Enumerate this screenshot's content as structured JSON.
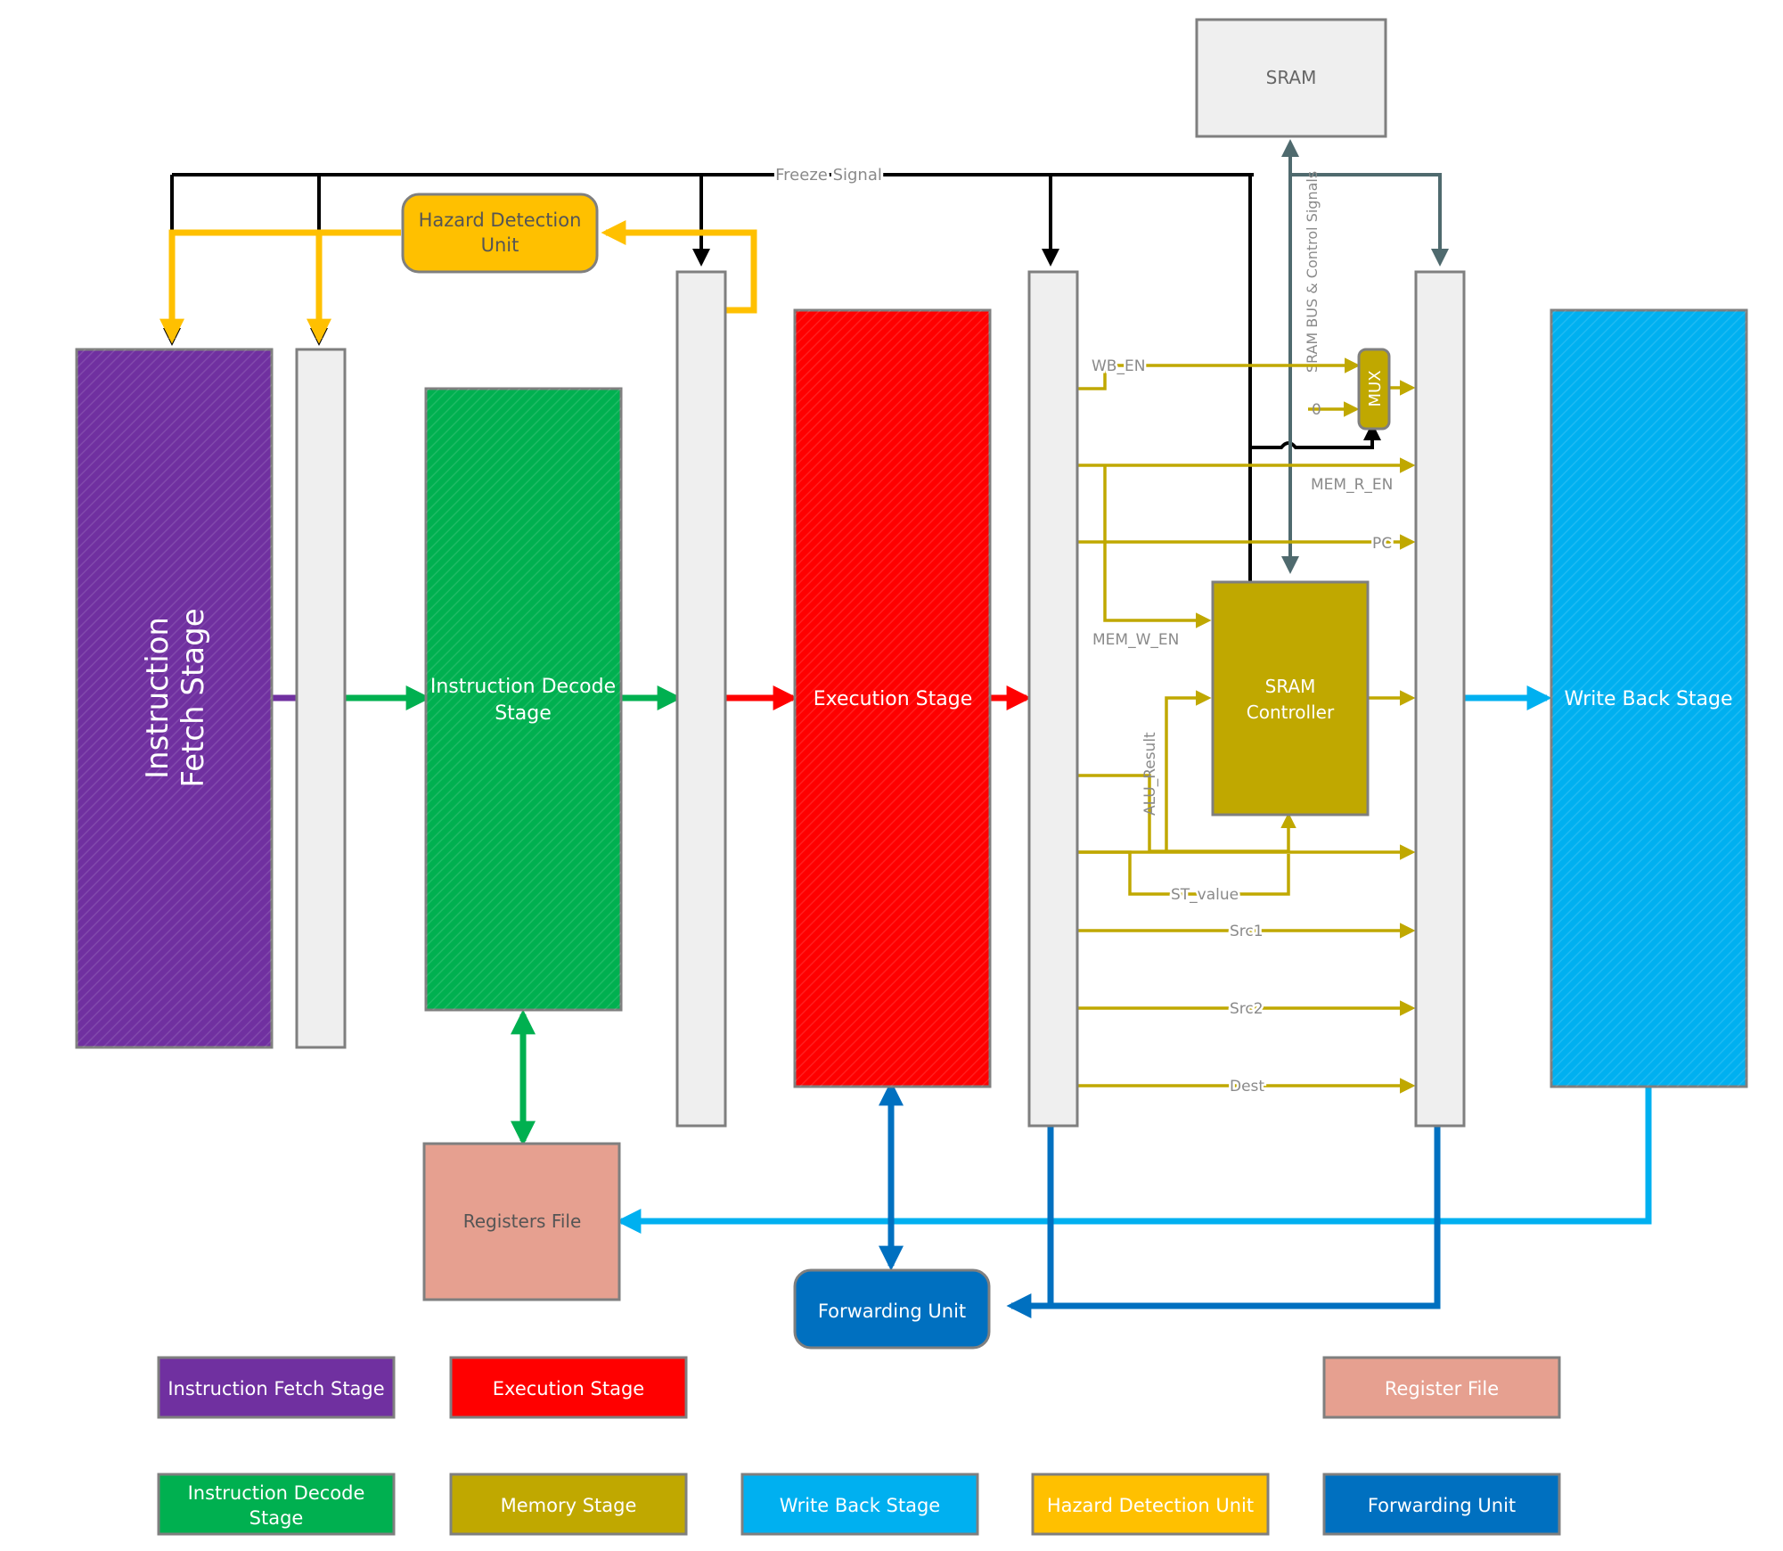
{
  "colors": {
    "fetch": "#7030A0",
    "decode": "#00B050",
    "execute": "#FF0000",
    "memory": "#C0A800",
    "writeback": "#00B0F0",
    "hazard": "#FFC000",
    "forwarding": "#0070C0",
    "regfile": "#E6A090",
    "pipeline_reg": "#EFEFEF",
    "freeze": "#000000",
    "sram_bus": "#4F6A6E"
  },
  "blocks": {
    "fetch_line1": "Instruction",
    "fetch_line2": "Fetch Stage",
    "decode_line1": "Instruction Decode",
    "decode_line2": "Stage",
    "execute": "Execution Stage",
    "writeback": "Write Back Stage",
    "hazard_line1": "Hazard Detection",
    "hazard_line2": "Unit",
    "sram": "SRAM",
    "sram_ctrl_line1": "SRAM",
    "sram_ctrl_line2": "Controller",
    "mux": "MUX",
    "regfile": "Registers File",
    "forwarding": "Forwarding Unit"
  },
  "signals": {
    "freeze": "Freeze Signal",
    "sram_bus": "SRAM BUS & Control Signals",
    "wb_en": "WB_EN",
    "zero": "0",
    "mem_r_en": "MEM_R_EN",
    "pc": "PC",
    "mem_w_en": "MEM_W_EN",
    "alu_result": "ALU_Result",
    "st_value": "ST_value",
    "src1": "Src1",
    "src2": "Src2",
    "dest": "Dest"
  },
  "legend": {
    "fetch": "Instruction Fetch Stage",
    "execute": "Execution Stage",
    "regfile": "Register File",
    "decode_line1": "Instruction Decode",
    "decode_line2": "Stage",
    "memory": "Memory Stage",
    "writeback": "Write Back Stage",
    "hazard": "Hazard Detection Unit",
    "forwarding": "Forwarding Unit"
  }
}
